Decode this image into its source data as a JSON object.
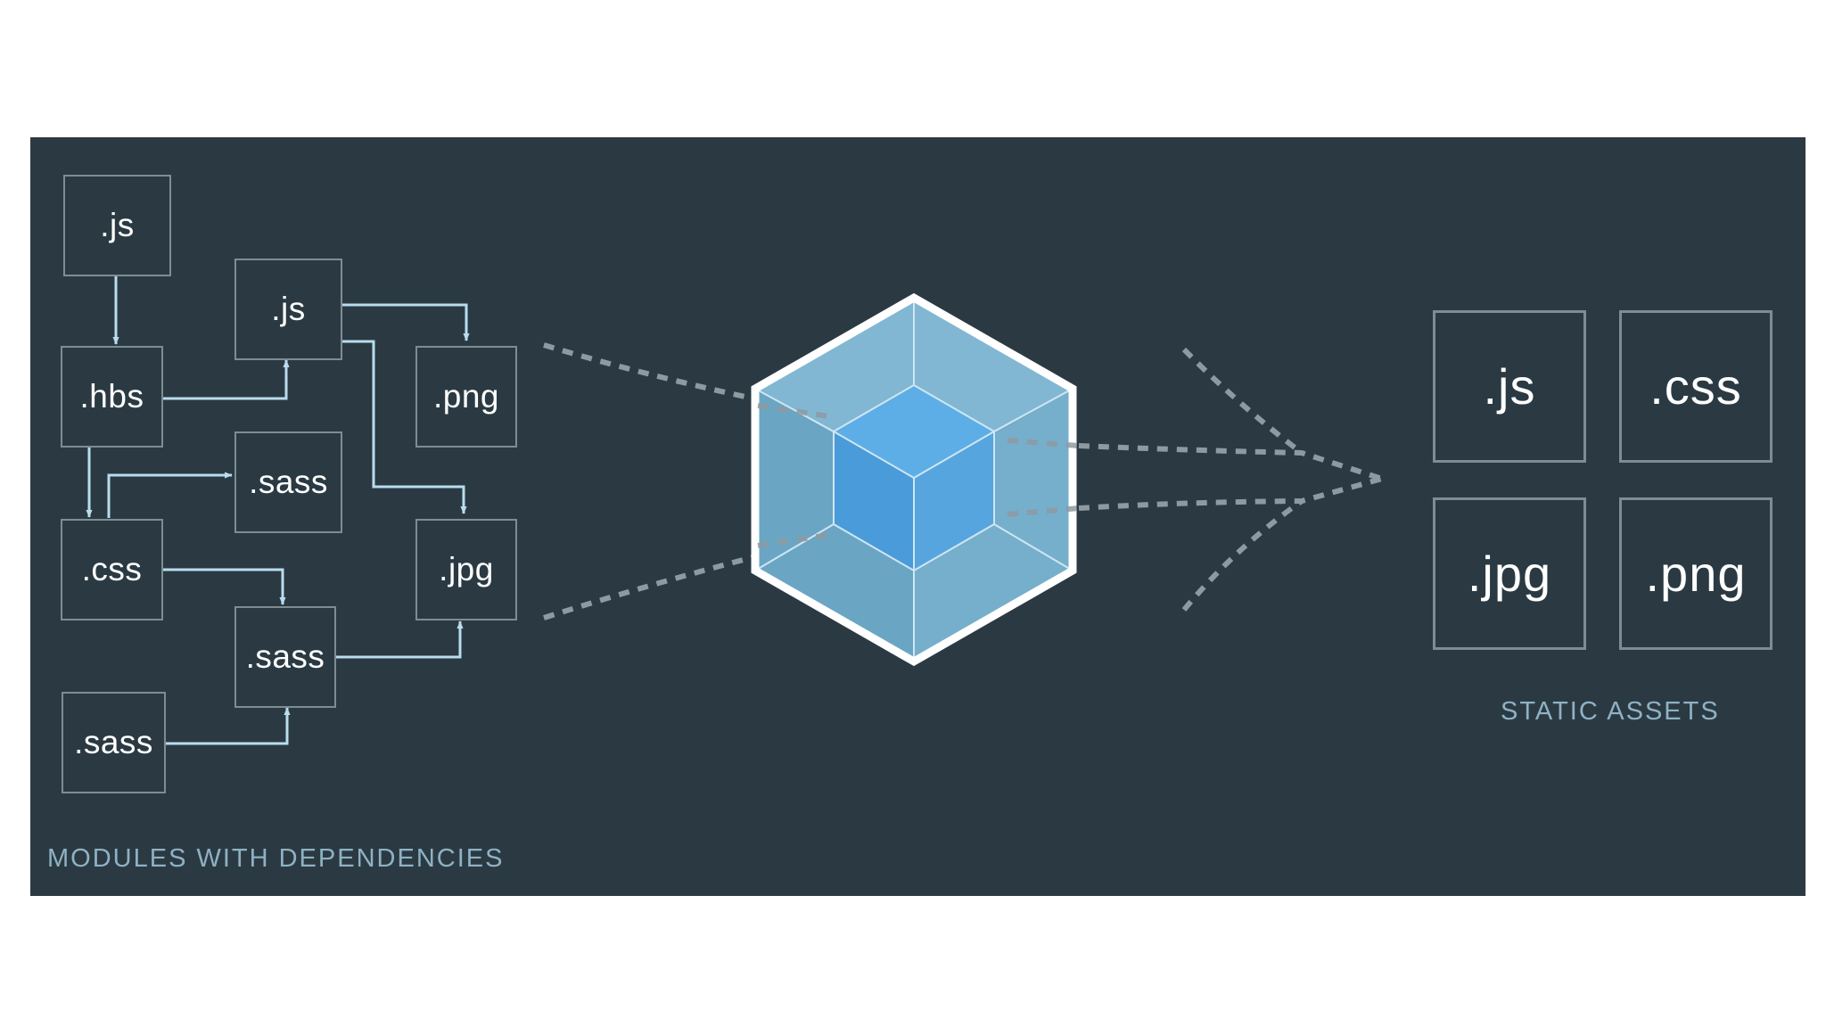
{
  "modules": {
    "caption": "MODULES WITH DEPENDENCIES",
    "items": [
      ".js",
      ".js",
      ".hbs",
      ".png",
      ".sass",
      ".css",
      ".jpg",
      ".sass",
      ".sass"
    ]
  },
  "assets": {
    "caption": "STATIC ASSETS",
    "items": [
      ".js",
      ".css",
      ".jpg",
      ".png"
    ]
  },
  "colors": {
    "background": "#2b3a42",
    "box_border": "#7f8c93",
    "dependency_arrow": "#b9dcef",
    "caption_text": "#8fb1c5",
    "cube_outer": "#75afcc",
    "cube_inner": "#4fa3e0",
    "dashed_lines": "#8e9aa1"
  }
}
